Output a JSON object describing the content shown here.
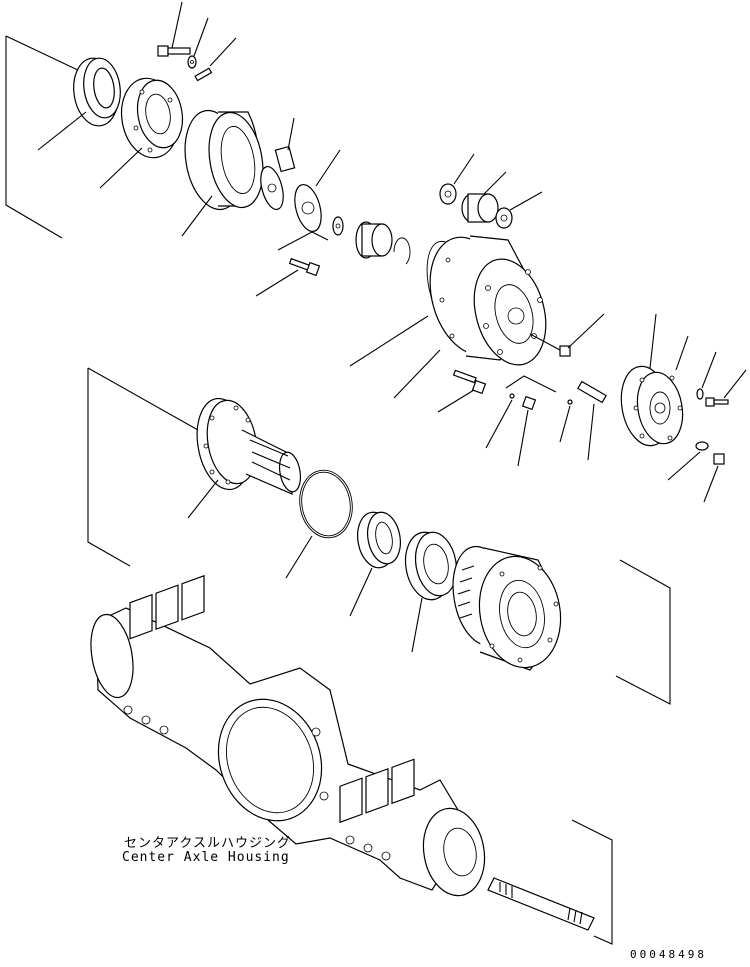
{
  "diagram": {
    "callout_label_jp": "センタアクスルハウジング",
    "callout_label_en": "Center Axle Housing",
    "drawing_number": "00048498"
  },
  "icons": {
    "parts": [
      "bearing-cage-icon",
      "bearing-seal-icon",
      "bolt-icon",
      "washer-icon",
      "pin-icon",
      "outer-bearing-race-icon",
      "bearing-retainer-icon",
      "spacer-icon",
      "roller-bearing-icon",
      "snap-ring-icon",
      "planet-carrier-housing-icon",
      "o-ring-icon",
      "cover-plate-icon",
      "wheel-hub-spindle-icon",
      "large-o-ring-icon",
      "bearing-cone-icon",
      "bearing-cup-icon",
      "ring-gear-hub-icon",
      "axle-housing-icon",
      "axle-shaft-icon"
    ]
  }
}
